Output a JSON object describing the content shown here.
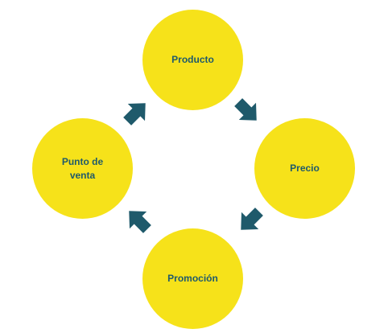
{
  "diagram": {
    "nodes": [
      {
        "id": "producto",
        "label": "Producto"
      },
      {
        "id": "precio",
        "label": "Precio"
      },
      {
        "id": "promocion",
        "label": "Promoción"
      },
      {
        "id": "punto-de-venta",
        "label": "Punto de\nventa"
      }
    ],
    "edges": [
      {
        "from": "producto",
        "to": "precio"
      },
      {
        "from": "precio",
        "to": "promocion"
      },
      {
        "from": "promocion",
        "to": "punto-de-venta"
      },
      {
        "from": "punto-de-venta",
        "to": "producto"
      }
    ]
  },
  "colors": {
    "node_fill": "#F6E21A",
    "node_text": "#1F5A6B",
    "arrow": "#1F5A6B",
    "background": "#FFFFFF"
  }
}
